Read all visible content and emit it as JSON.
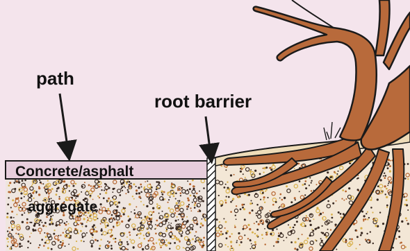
{
  "labels": {
    "path": "path",
    "root_barrier": "root barrier",
    "concrete_asphalt": "Concrete/asphalt",
    "aggregate": "aggregate"
  },
  "colors": {
    "sky": "#f4e4ec",
    "path_surface": "#e7cedc",
    "aggregate_fill": "#efe6e0",
    "soil_fill": "#f3e7d6",
    "topsoil": "#eedcb8",
    "trunk": "#b86a3b",
    "outline": "#1a1a1a",
    "speckle_dark": "#3a2a22",
    "speckle_red": "#b5642e",
    "speckle_yellow": "#d8b04a"
  },
  "icons": {
    "path_arrow": "arrow-down-icon",
    "barrier_arrow": "arrow-down-icon"
  }
}
